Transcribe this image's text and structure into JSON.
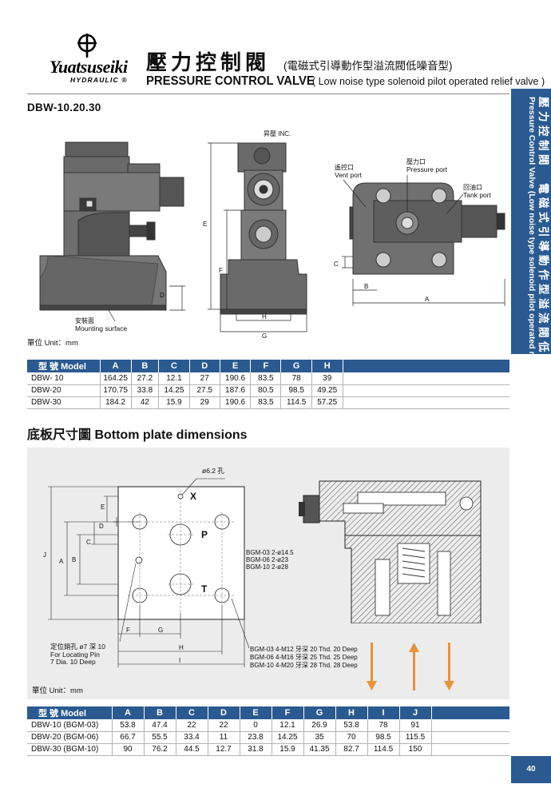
{
  "header": {
    "logo_text": "Yuatsuseiki",
    "logo_sub": "HYDRAULIC ®",
    "title_cn": "壓力控制閥",
    "title_cn_sub": "(電磁式引導動作型溢流閥低噪音型)",
    "title_en": "PRESSURE CONTROL VALVE",
    "title_en_sub": "( Low noise type solenoid pilot operated relief valve )"
  },
  "side_tab": {
    "cn": "壓力控制閥　電磁式引導動作型溢流閥低噪音型",
    "en": "Pressure Control Valve (Low noise type solenoid pilot operated relief valve )"
  },
  "page_number": "40",
  "section1": {
    "model_title": "DBW-10.20.30",
    "labels": {
      "inc": "昇壓 INC.",
      "mount_cn": "安裝面",
      "mount_en": "Mounting surface",
      "vent_cn": "遙控口",
      "vent_en": "Vent port",
      "pressure_cn": "壓力口",
      "pressure_en": "Pressure port",
      "tank_cn": "回油口",
      "tank_en": "Tank port"
    },
    "unit": "單位 Unit：mm",
    "table": {
      "headers": [
        "型 號 Model",
        "A",
        "B",
        "C",
        "D",
        "E",
        "F",
        "G",
        "H"
      ],
      "rows": [
        [
          "DBW- 10",
          "164.25",
          "27.2",
          "12.1",
          "27",
          "190.6",
          "83.5",
          "78",
          "39"
        ],
        [
          "DBW-20",
          "170.75",
          "33.8",
          "14.25",
          "27.5",
          "187.6",
          "80.5",
          "98.5",
          "49.25"
        ],
        [
          "DBW-30",
          "184.2",
          "42",
          "15.9",
          "29",
          "190.6",
          "83.5",
          "114.5",
          "57.25"
        ]
      ]
    }
  },
  "section2": {
    "title": "底板尺寸圖  Bottom plate dimensions",
    "labels": {
      "hole": "ø6.2 孔",
      "locating_cn": "定位銷孔 ø7 深 10",
      "locating_en1": "For Locating Pin",
      "locating_en2": "7 Dia. 10 Deep",
      "port_x": "X",
      "port_p": "P",
      "port_t": "T",
      "port_sizes": [
        "BGM-03  2-ø14.5",
        "BGM-06  2-ø23",
        "BGM-10  2-ø28"
      ],
      "thread_sizes": [
        "BGM-03  4-M12 牙深 20 Thd. 20 Deep",
        "BGM-06  4-M16 牙深 25 Thd. 25 Deep",
        "BGM-10  4-M20 牙深 28 Thd. 28 Deep"
      ]
    },
    "unit": "單位 Unit：mm",
    "table": {
      "headers": [
        "型 號 Model",
        "A",
        "B",
        "C",
        "D",
        "E",
        "F",
        "G",
        "H",
        "I",
        "J"
      ],
      "rows": [
        [
          "DBW-10 (BGM-03)",
          "53.8",
          "47.4",
          "22",
          "22",
          "0",
          "12.1",
          "26.9",
          "53.8",
          "78",
          "91"
        ],
        [
          "DBW-20 (BGM-06)",
          "66.7",
          "55.5",
          "33.4",
          "11",
          "23.8",
          "14.25",
          "35",
          "70",
          "98.5",
          "115.5"
        ],
        [
          "DBW-30 (BGM-10)",
          "90",
          "76.2",
          "44.5",
          "12.7",
          "31.8",
          "15.9",
          "41.35",
          "82.7",
          "114.5",
          "150"
        ]
      ]
    }
  },
  "colors": {
    "accent": "#2a5a90",
    "arrow": "#e8923a",
    "panel": "#ececec"
  }
}
